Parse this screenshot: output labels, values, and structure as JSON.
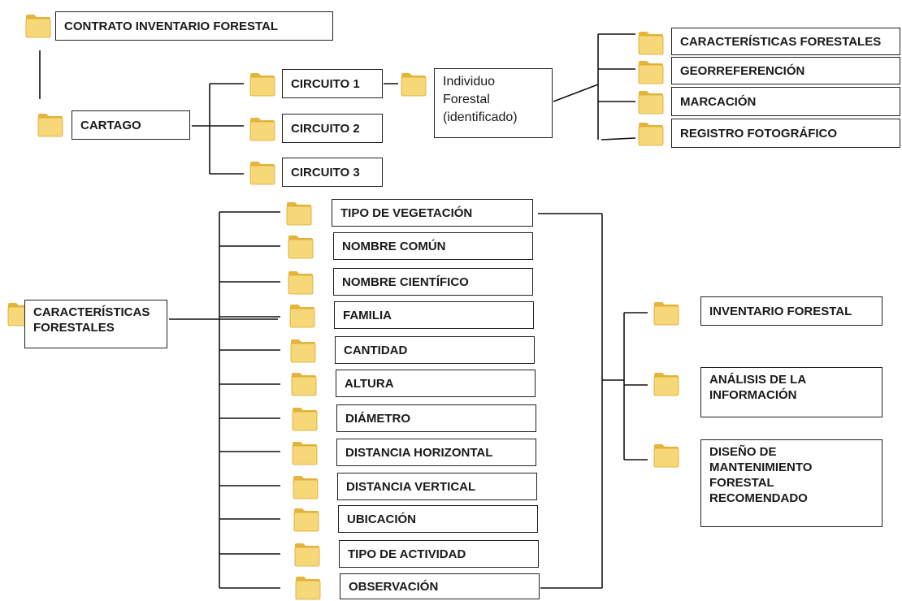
{
  "root": {
    "label": "CONTRATO INVENTARIO FORESTAL",
    "icon": "folder-icon"
  },
  "region": {
    "label": "CARTAGO",
    "icon": "folder-icon"
  },
  "circuits": [
    {
      "label": "CIRCUITO 1"
    },
    {
      "label": "CIRCUITO 2"
    },
    {
      "label": "CIRCUITO 3"
    }
  ],
  "individual": {
    "label": "Individuo Forestal (identificado)"
  },
  "individual_children": [
    {
      "label": "CARACTERÍSTICAS FORESTALES"
    },
    {
      "label": "GEORREFERENCIÓN"
    },
    {
      "label": "MARCACIÓN"
    },
    {
      "label": "REGISTRO FOTOGRÁFICO"
    }
  ],
  "characteristics": {
    "label": "CARACTERÍSTICAS FORESTALES"
  },
  "attributes": [
    {
      "label": "TIPO DE VEGETACIÓN"
    },
    {
      "label": "NOMBRE COMÚN"
    },
    {
      "label": "NOMBRE CIENTÍFICO"
    },
    {
      "label": "FAMILIA"
    },
    {
      "label": "CANTIDAD"
    },
    {
      "label": "ALTURA"
    },
    {
      "label": "DIÁMETRO"
    },
    {
      "label": "DISTANCIA HORIZONTAL"
    },
    {
      "label": "DISTANCIA VERTICAL"
    },
    {
      "label": "UBICACIÓN"
    },
    {
      "label": "TIPO DE ACTIVIDAD"
    },
    {
      "label": "OBSERVACIÓN"
    }
  ],
  "outputs": [
    {
      "label": "INVENTARIO FORESTAL"
    },
    {
      "label": "ANÁLISIS DE LA INFORMACIÓN"
    },
    {
      "label": "DISEÑO DE MANTENIMIENTO FORESTAL RECOMENDADO"
    }
  ],
  "colors": {
    "folder_back": "#e5b43a",
    "folder_front": "#f7d878",
    "folder_edge": "#d9a62b",
    "line": "#111111",
    "box_border": "#222222"
  }
}
